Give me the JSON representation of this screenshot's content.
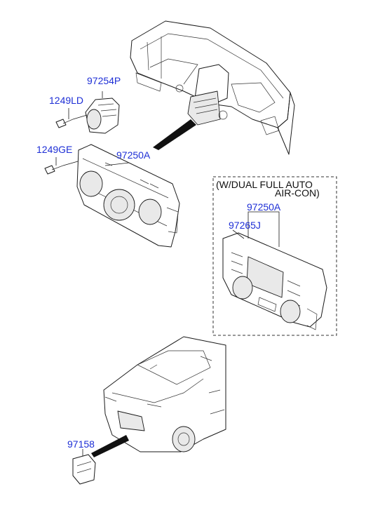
{
  "callouts": {
    "p97254P": "97254P",
    "p1249LD": "1249LD",
    "p1249GE": "1249GE",
    "p97250A_main": "97250A",
    "p97250A_auto": "97250A",
    "p97265J": "97265J",
    "p97158": "97158"
  },
  "variant_note": {
    "line1": "(W/DUAL FULL AUTO",
    "line2": "AIR-CON)"
  },
  "colors": {
    "callout_text": "#1e2fd6",
    "line_art": "#1a1a1a",
    "background": "#ffffff"
  }
}
